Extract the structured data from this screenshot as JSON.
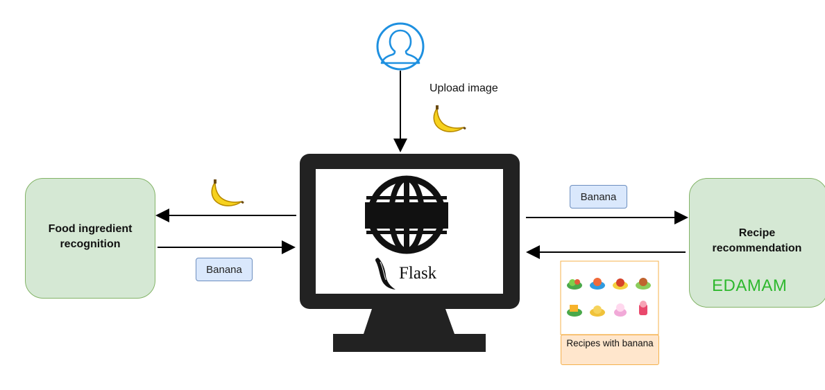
{
  "user": {
    "caption": "Upload image"
  },
  "left_box": {
    "label": "Food ingredient recognition"
  },
  "right_box": {
    "label": "Recipe recommendation",
    "brand": "EDAMAM"
  },
  "chips": {
    "left": "Banana",
    "right": "Banana"
  },
  "monitor": {
    "web_label": "WWW",
    "framework": "Flask"
  },
  "recipes": {
    "caption": "Recipes with banana"
  },
  "colors": {
    "green_fill": "#d5e8d4",
    "green_stroke": "#82b366",
    "chip_fill": "#dae8fc",
    "chip_stroke": "#6c8ebf",
    "orange_stroke": "#f4b04b",
    "orange_fill": "#ffe6cc",
    "edamam_green": "#2eb82e",
    "user_blue": "#1e90e0"
  }
}
